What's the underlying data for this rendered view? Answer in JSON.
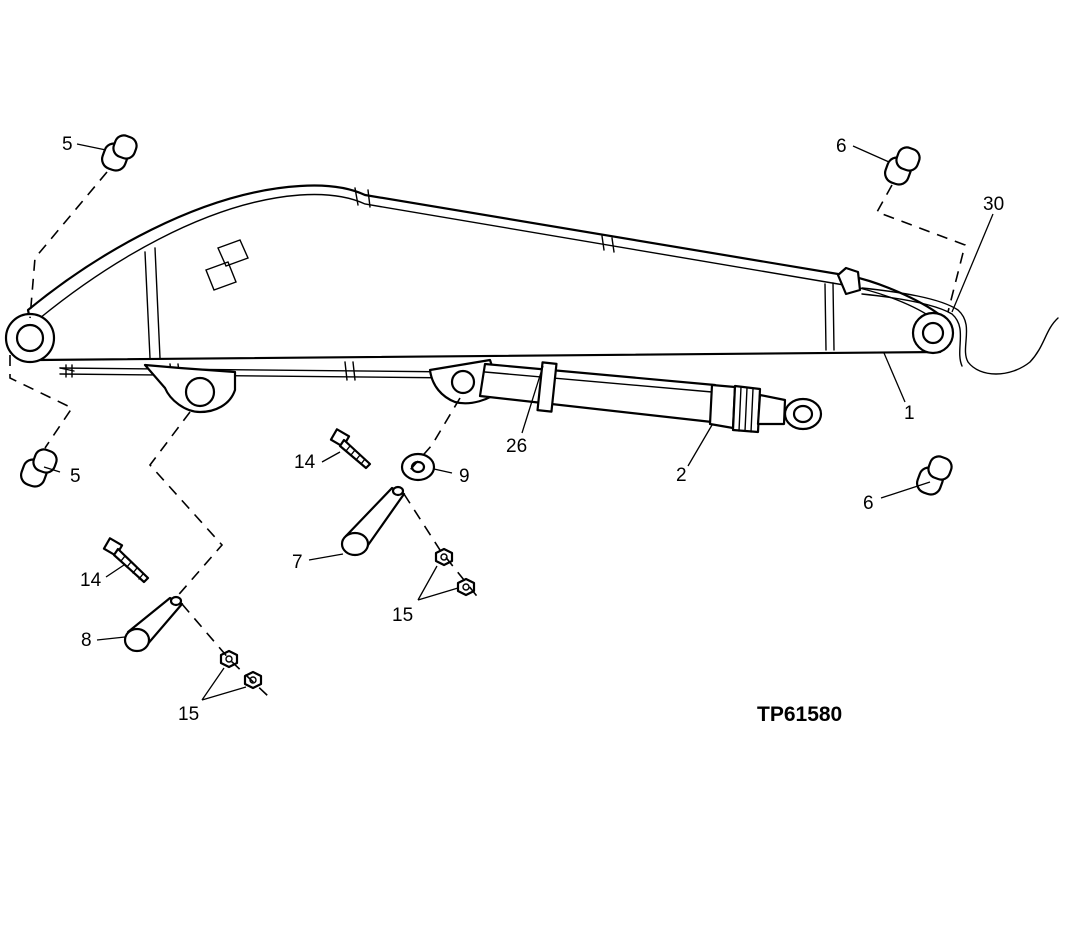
{
  "diagram": {
    "reference_id": "TP61580",
    "callouts": {
      "boom": "1",
      "cylinder": "2",
      "bushing_left_top": "5",
      "bushing_left_bottom": "5",
      "bushing_right_top": "6",
      "bushing_right_bottom": "6",
      "pin_cylinder": "7",
      "pin_boom": "8",
      "washer": "9",
      "bolt_upper": "14",
      "bolt_lower": "14",
      "nuts_upper": "15",
      "nuts_lower": "15",
      "line": "26",
      "hose": "30"
    }
  }
}
